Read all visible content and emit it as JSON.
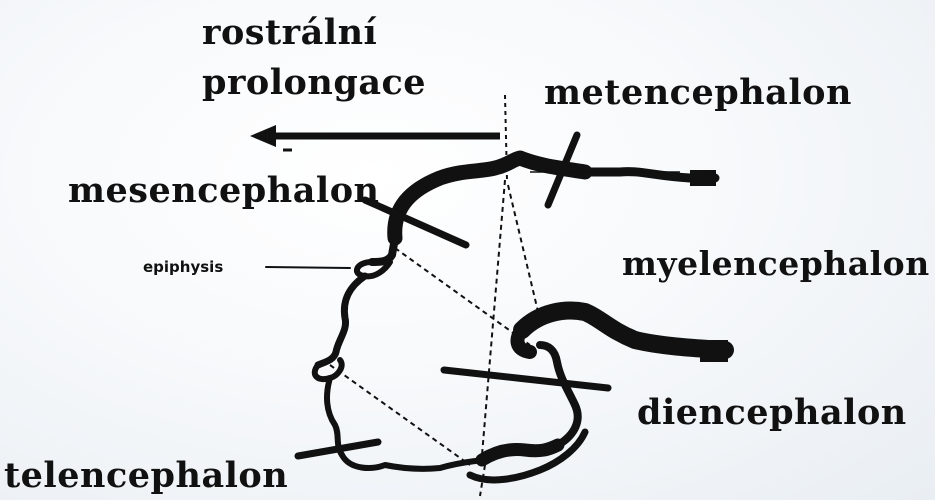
{
  "labels": {
    "rostral_line1": "rostrální",
    "rostral_line2": "prolongace",
    "metencephalon": "metencephalon",
    "mesencephalon": "mesencephalon",
    "epiphysis": "epiphysis",
    "myelencephalon": "myelencephalon",
    "diencephalon": "diencephalon",
    "telencephalon": "telencephalon"
  },
  "colors": {
    "ink": "#111111"
  }
}
